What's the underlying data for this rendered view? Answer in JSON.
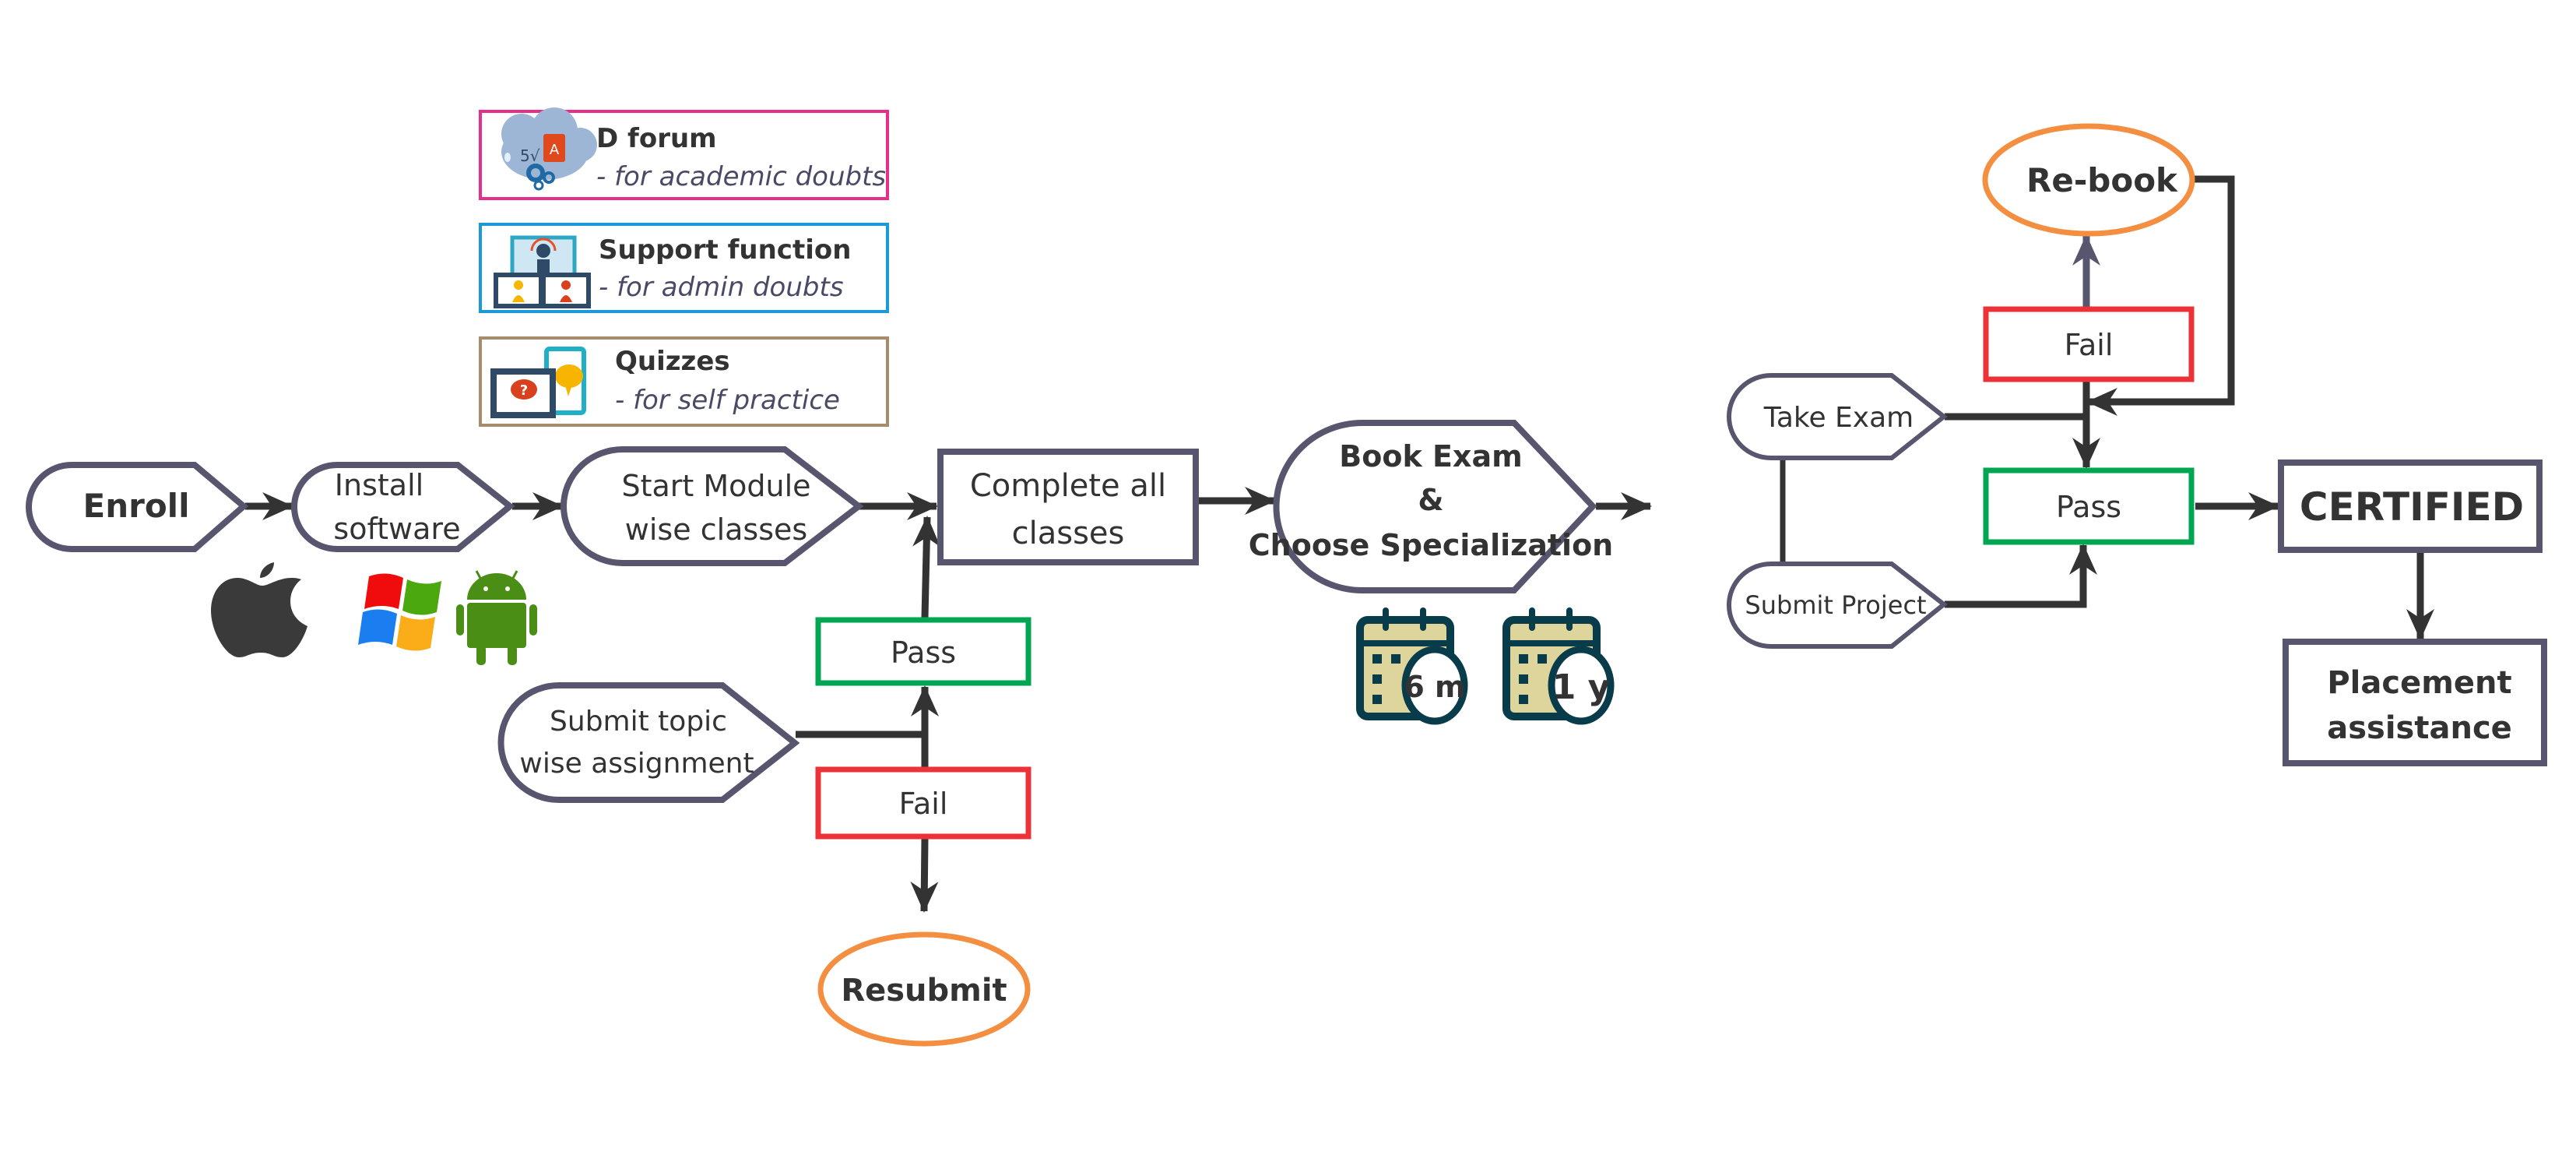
{
  "colors": {
    "node_border": "#58566f",
    "arrow": "#333333",
    "pass": "#00a651",
    "fail": "#ec3237",
    "retry": "#f48f42",
    "legend_forum": "#e62e8b",
    "legend_support": "#1a9bd7",
    "legend_quiz": "#a68c6d",
    "calendar_dark": "#083c4a",
    "calendar_fill": "#ddd59c"
  },
  "legend": [
    {
      "title": "D forum",
      "subtitle": "- for academic doubts",
      "icon": "cloud-math-icon"
    },
    {
      "title": "Support function",
      "subtitle": "- for admin doubts",
      "icon": "support-devices-icon"
    },
    {
      "title": "Quizzes",
      "subtitle": "- for self practice",
      "icon": "quiz-devices-icon"
    }
  ],
  "nodes": {
    "enroll": "Enroll",
    "install": [
      "Install",
      "software"
    ],
    "start_module": [
      "Start Module",
      "wise classes"
    ],
    "complete_classes": [
      "Complete all",
      "classes"
    ],
    "submit_assignment": [
      "Submit topic",
      "wise assignment"
    ],
    "assignment_pass": "Pass",
    "assignment_fail": "Fail",
    "resubmit": "Resubmit",
    "book_exam": [
      "Book Exam",
      "&",
      "Choose Specialization"
    ],
    "take_exam": "Take Exam",
    "submit_project": "Submit Project",
    "exam_fail": "Fail",
    "exam_pass": "Pass",
    "rebook": "Re-book",
    "certified": "CERTIFIED",
    "placement": [
      "Placement",
      "assistance"
    ]
  },
  "platforms": [
    "apple-icon",
    "windows-icon",
    "android-icon"
  ],
  "durations": [
    "6 m",
    "1 y"
  ]
}
